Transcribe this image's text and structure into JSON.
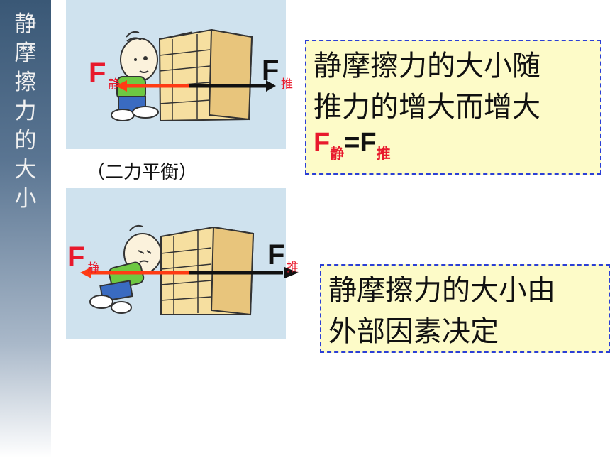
{
  "sidebar": {
    "title": "静摩擦力的大小"
  },
  "scene_top": {
    "force_static": "F",
    "force_static_sub": "静",
    "force_push": "F",
    "force_push_sub": "推"
  },
  "caption": "（二力平衡）",
  "scene_bottom": {
    "force_static": "F",
    "force_static_sub": "静",
    "force_push": "F",
    "force_push_sub": "推"
  },
  "box1": {
    "line1": "静摩擦力的大小随",
    "line2": "推力的增大而增大",
    "eq_f1": "F",
    "eq_sub1": "静",
    "eq_equals": "=",
    "eq_f2": "F",
    "eq_sub2": "推"
  },
  "box2": {
    "line1": "静摩擦力的大小由",
    "line2": "外部因素决定"
  },
  "colors": {
    "friction_arrow": "#ff3b14",
    "push_arrow": "#111111",
    "box_bg": "#fdfbc8",
    "box_border": "#2b3fd6"
  }
}
